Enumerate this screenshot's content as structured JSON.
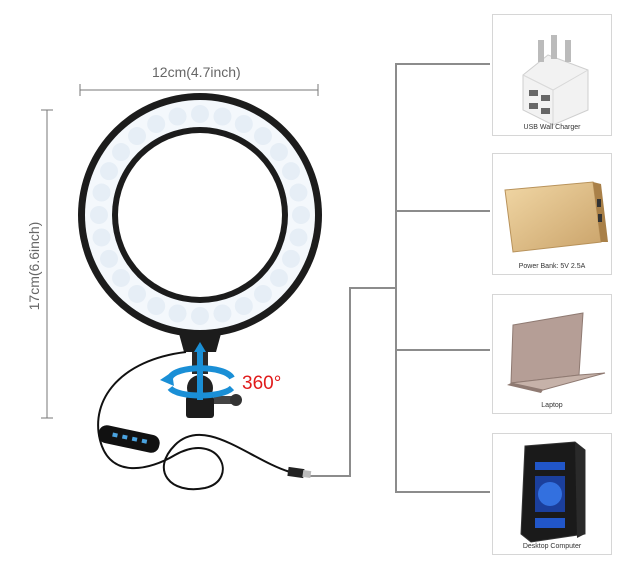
{
  "dimensions": {
    "width_label": "12cm(4.7inch)",
    "height_label": "17cm(6.6inch)"
  },
  "rotation_label": "360°",
  "devices": [
    {
      "caption": "USB Wall Charger",
      "icon": "usb-wall-charger-icon"
    },
    {
      "caption": "Power Bank: 5V 2.5A",
      "icon": "power-bank-icon"
    },
    {
      "caption": "Laptop",
      "icon": "laptop-icon"
    },
    {
      "caption": "Desktop Computer",
      "icon": "desktop-computer-icon"
    }
  ],
  "colors": {
    "connector_line": "#8c8c8c",
    "rotation_text": "#e01b1b",
    "rotation_arrow": "#1a8fd6",
    "ring_light": "#f4f8fc",
    "ring_body": "#1c1c1c"
  }
}
